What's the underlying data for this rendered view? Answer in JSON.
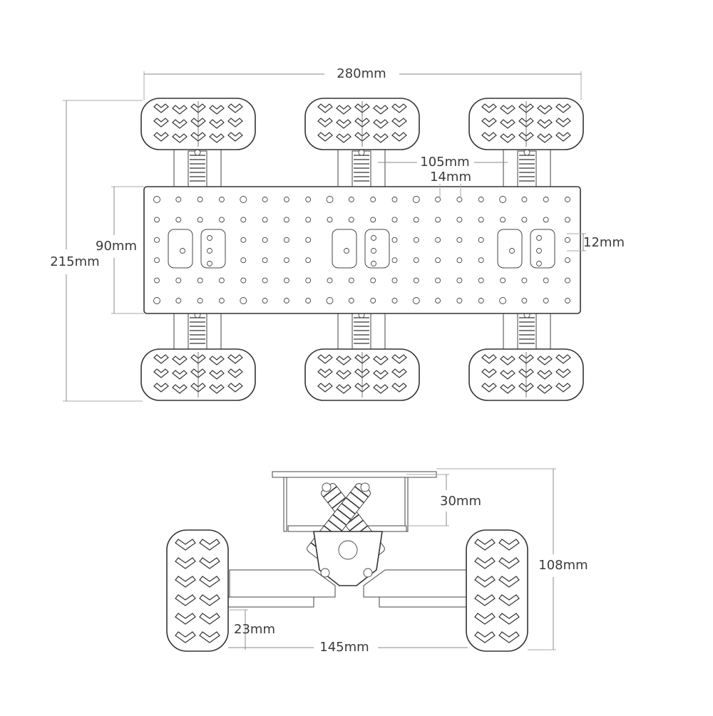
{
  "top_view": {
    "length": "280mm",
    "width": "215mm",
    "plate_width": "90mm",
    "wheel_spacing": "105mm",
    "hole_pitch": "14mm",
    "hole_pitch_small": "12mm"
  },
  "front_view": {
    "height": "108mm",
    "shock_height": "30mm",
    "ground_clearance": "23mm",
    "track": "145mm"
  }
}
